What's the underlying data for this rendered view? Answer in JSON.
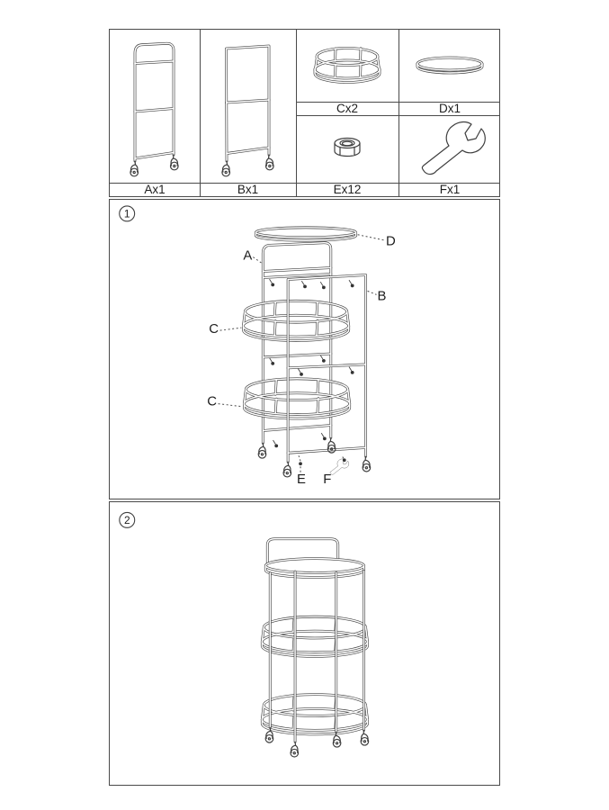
{
  "colors": {
    "line": "#3f3f3f",
    "border": "#4a4a4a",
    "background": "#ffffff"
  },
  "parts_table": {
    "parts": [
      {
        "key": "A",
        "label": "Ax1",
        "icon": "frame-a-icon"
      },
      {
        "key": "B",
        "label": "Bx1",
        "icon": "frame-b-icon"
      },
      {
        "key": "C",
        "label": "Cx2",
        "icon": "ring-shelf-icon"
      },
      {
        "key": "D",
        "label": "Dx1",
        "icon": "top-disc-icon"
      },
      {
        "key": "E",
        "label": "Ex12",
        "icon": "hex-nut-icon"
      },
      {
        "key": "F",
        "label": "Fx1",
        "icon": "wrench-icon"
      }
    ]
  },
  "step1": {
    "number": "1",
    "callouts": {
      "a": "A",
      "b": "B",
      "c_upper": "C",
      "c_lower": "C",
      "d": "D",
      "e": "E",
      "f": "F"
    }
  },
  "step2": {
    "number": "2"
  }
}
